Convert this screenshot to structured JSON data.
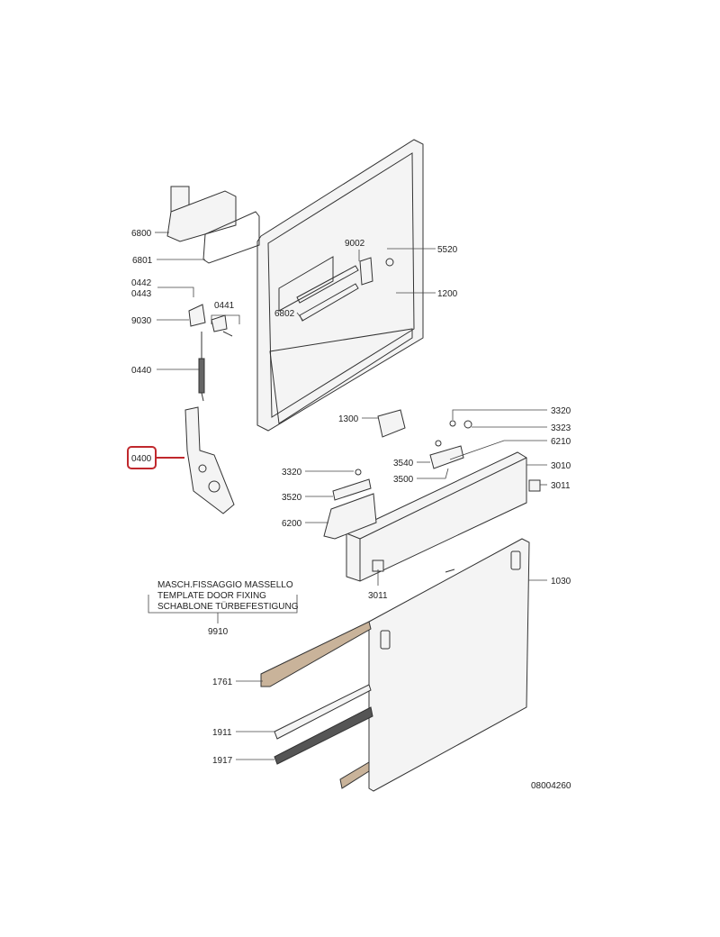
{
  "diagram": {
    "drawing_number": "08004260",
    "highlight_color": "#c0282d",
    "highlighted_part": "0400",
    "template_note": [
      "MASCH.FISSAGGIO MASSELLO",
      "TEMPLATE DOOR FIXING",
      "SCHABLONE TÜRBEFESTIGUNG"
    ],
    "parts": {
      "p6800": "6800",
      "p6801": "6801",
      "p0442": "0442",
      "p0443": "0443",
      "p9030": "9030",
      "p0441": "0441",
      "p0440": "0440",
      "p0400": "0400",
      "p9002": "9002",
      "p5520": "5520",
      "p1200": "1200",
      "p6802": "6802",
      "p1300": "1300",
      "p3320a": "3320",
      "p3323": "3323",
      "p6210": "6210",
      "p3540": "3540",
      "p3500": "3500",
      "p3010": "3010",
      "p3011a": "3011",
      "p3320b": "3320",
      "p3520": "3520",
      "p6200": "6200",
      "p3011b": "3011",
      "p1030": "1030",
      "p9910": "9910",
      "p1761": "1761",
      "p1911": "1911",
      "p1917": "1917"
    }
  }
}
